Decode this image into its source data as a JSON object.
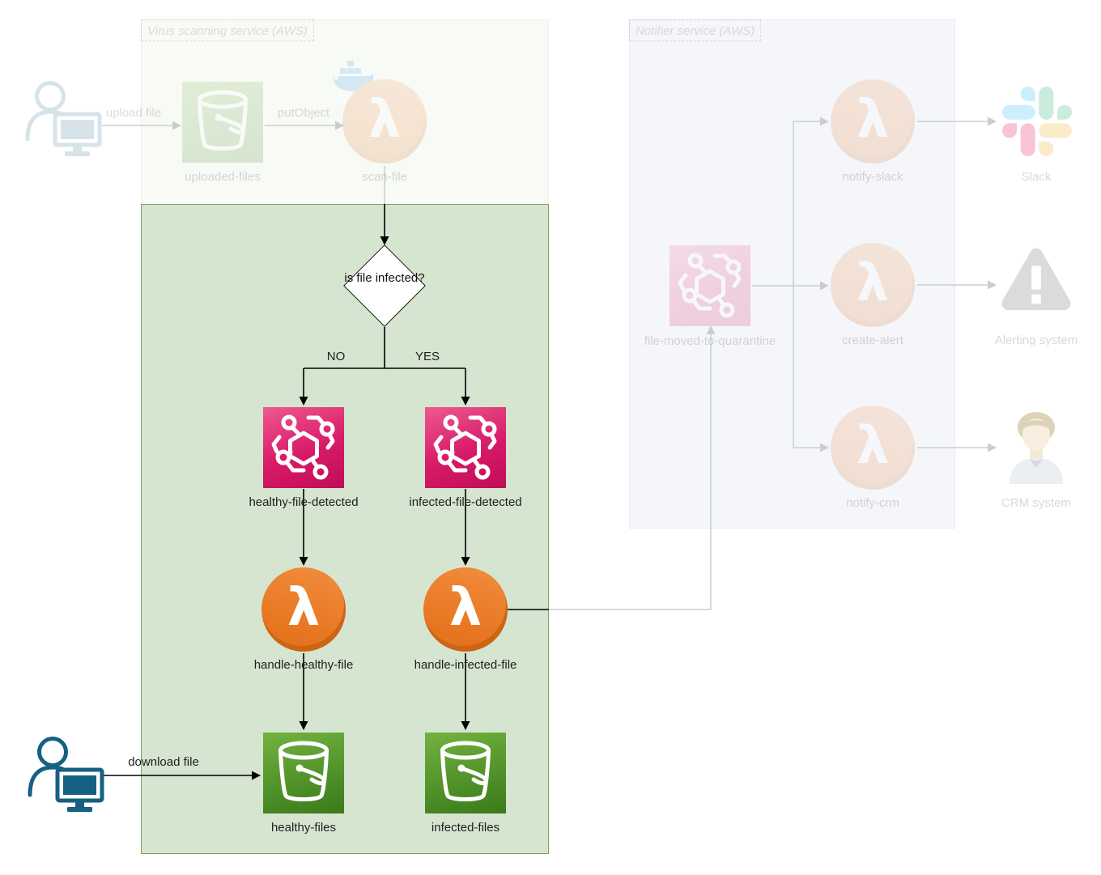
{
  "containers": {
    "virus_scanning": {
      "label": "Virus scanning service (AWS)"
    },
    "notifier": {
      "label": "Notifier service (AWS)"
    }
  },
  "nodes": {
    "uploaded_files": {
      "label": "uploaded-files",
      "type": "s3-bucket"
    },
    "scan_file": {
      "label": "scan-file",
      "type": "lambda"
    },
    "decision": {
      "question": "is file infected?"
    },
    "healthy_file_detected": {
      "label": "healthy-file-detected",
      "type": "eventbridge-event"
    },
    "infected_file_detected": {
      "label": "infected-file-detected",
      "type": "eventbridge-event"
    },
    "handle_healthy_file": {
      "label": "handle-healthy-file",
      "type": "lambda"
    },
    "handle_infected_file": {
      "label": "handle-infected-file",
      "type": "lambda"
    },
    "healthy_files": {
      "label": "healthy-files",
      "type": "s3-bucket"
    },
    "infected_files": {
      "label": "infected-files",
      "type": "s3-bucket"
    },
    "file_moved_to_quarantine": {
      "label": "file-moved-to-quarantine",
      "type": "eventbridge-event"
    },
    "notify_slack": {
      "label": "notify-slack",
      "type": "lambda"
    },
    "create_alert": {
      "label": "create-alert",
      "type": "lambda"
    },
    "notify_crm": {
      "label": "notify-crm",
      "type": "lambda"
    },
    "slack": {
      "label": "Slack"
    },
    "alerting_system": {
      "label": "Alerting system"
    },
    "crm_system": {
      "label": "CRM system"
    }
  },
  "edges": {
    "upload_file": {
      "label": "upload file"
    },
    "put_object": {
      "label": "putObject"
    },
    "no_branch": {
      "label": "NO"
    },
    "yes_branch": {
      "label": "YES"
    },
    "download_file": {
      "label": "download file"
    }
  },
  "icons": {
    "lambda_glyph": "λ",
    "s3_bucket": "bucket-icon",
    "event": "event-molecule-icon",
    "user": "person-at-computer-icon",
    "docker": "docker-whale-icon",
    "slack": "slack-logo-icon",
    "alert": "warning-triangle-icon",
    "crm": "person-avatar-icon"
  },
  "colors": {
    "container_green_fill": "#d5e5d0",
    "container_green_border": "#7da361",
    "container_top_faded": "#f8faf6",
    "notifier_fill": "#f5f6fa",
    "lambda_orange": "#e6731e",
    "event_pink_top": "#ee5a91",
    "event_pink_bottom": "#c00d58",
    "bucket_green_top": "#72b340",
    "bucket_green_bottom": "#3a7a1a",
    "user_blue": "#156083",
    "edge_active": "#000000",
    "edge_faded": "#c9cdd3",
    "slack_blue": "#36C5F0",
    "slack_green": "#2EB67D",
    "slack_red": "#E01E5A",
    "slack_yellow": "#ECB22E",
    "alert_gray": "#2e2e2e"
  }
}
